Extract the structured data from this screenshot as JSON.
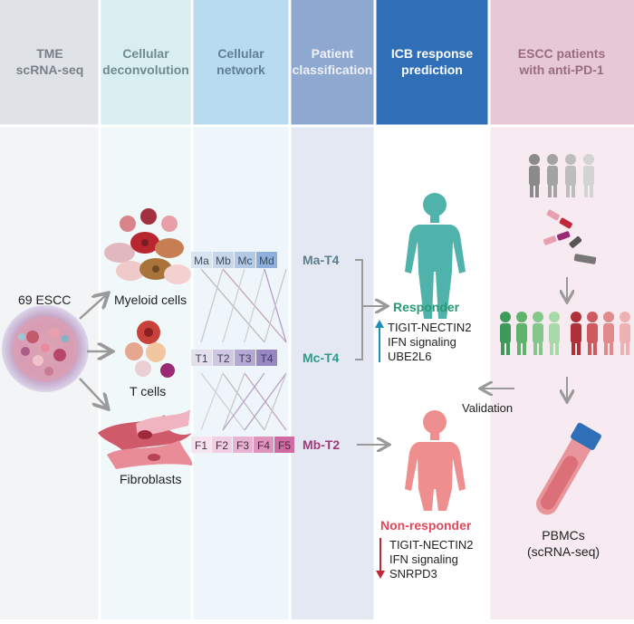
{
  "columns": [
    {
      "line1": "TME",
      "line2": "scRNA-seq",
      "header_color": "#dfe3e8",
      "body_color": "#f3f4f6",
      "text_color": "#7a8088"
    },
    {
      "line1": "Cellular",
      "line2": "deconvolution",
      "header_color": "#d9eef0",
      "body_color": "#f1f8f9",
      "text_color": "#6f8a92"
    },
    {
      "line1": "Cellular",
      "line2": "network",
      "header_color": "#b9dbf0",
      "body_color": "#eef5fb",
      "text_color": "#5f7f99"
    },
    {
      "line1": "Patient",
      "line2": "classification",
      "header_color": "#8fa8d0",
      "body_color": "#e3e8f2",
      "text_color": "#eef2f8"
    },
    {
      "line1": "ICB response",
      "line2": "prediction",
      "header_color": "#2f6fb8",
      "body_color": "#ffffff",
      "text_color": "#ffffff"
    },
    {
      "line1": "ESCC patients",
      "line2": "with anti-PD-1",
      "header_color": "#e7c9d6",
      "body_color": "#f7eaf0",
      "text_color": "#9a6c80"
    }
  ],
  "tme": {
    "cohort_label": "69 ESCC"
  },
  "cell_types": {
    "myeloid": "Myeloid cells",
    "t": "T cells",
    "fibroblast": "Fibroblasts"
  },
  "network": {
    "myeloid_nodes": [
      "Ma",
      "Mb",
      "Mc",
      "Md"
    ],
    "t_nodes": [
      "T1",
      "T2",
      "T3",
      "T4"
    ],
    "fibro_nodes": [
      "F1",
      "F2",
      "F3",
      "F4",
      "F5"
    ]
  },
  "classes": {
    "ma": {
      "label": "Ma-T4",
      "color": "#5d7f8c"
    },
    "mc": {
      "label": "Mc-T4",
      "color": "#2f9a8a"
    },
    "mb": {
      "label": "Mb-T2",
      "color": "#a03a7a"
    }
  },
  "responder": {
    "title": "Responder",
    "color": "#2a9a76",
    "genes": [
      "TIGIT-NECTIN2",
      "IFN signaling",
      "UBE2L6"
    ],
    "arrow_color": "#1f8fb8"
  },
  "non_responder": {
    "title": "Non-responder",
    "color": "#e0485a",
    "genes": [
      "TIGIT-NECTIN2",
      "IFN signaling",
      "SNRPD3"
    ],
    "arrow_color": "#c0283a"
  },
  "validation_label": "Validation",
  "pbmc": {
    "line1": "PBMCs",
    "line2": "(scRNA-seq)"
  }
}
